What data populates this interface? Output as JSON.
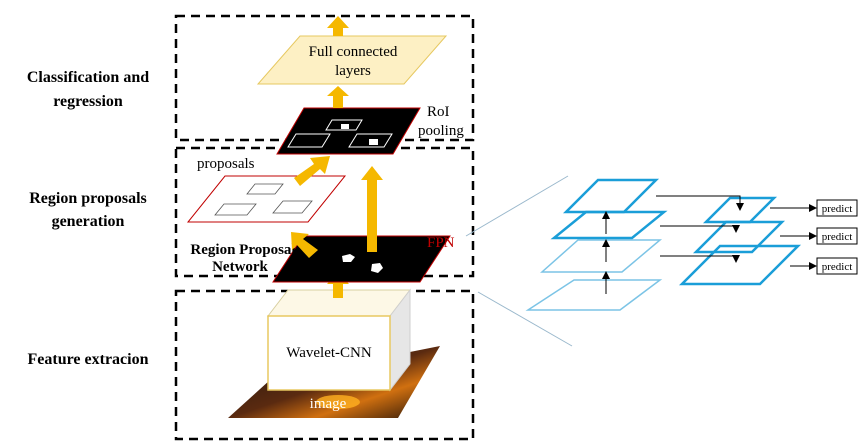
{
  "stages": {
    "classification": "Classification and regression",
    "classification_line1": "Classification  and",
    "classification_line2": "regression",
    "region_line1": "Region proposals",
    "region_line2": "generation",
    "feature": "Feature extracion"
  },
  "blocks": {
    "fc_line1": "Full connected",
    "fc_line2": "layers",
    "roi_line1": "RoI",
    "roi_line2": "pooling",
    "proposals": "proposals",
    "rpn_line1": "Region Proposal",
    "rpn_line2": "Network",
    "fpn": "FPN",
    "backbone": "Wavelet-CNN",
    "image": "image"
  },
  "fpn_detail": {
    "predict_labels": [
      "predict",
      "predict",
      "predict"
    ]
  },
  "colors": {
    "arrow": "#f5b800",
    "fc_fill": "#fdf0c4",
    "fpn_blue": "#1a9ed8",
    "fpn_light": "#7cc4e6",
    "red": "#c00000",
    "dash": "#000000"
  }
}
